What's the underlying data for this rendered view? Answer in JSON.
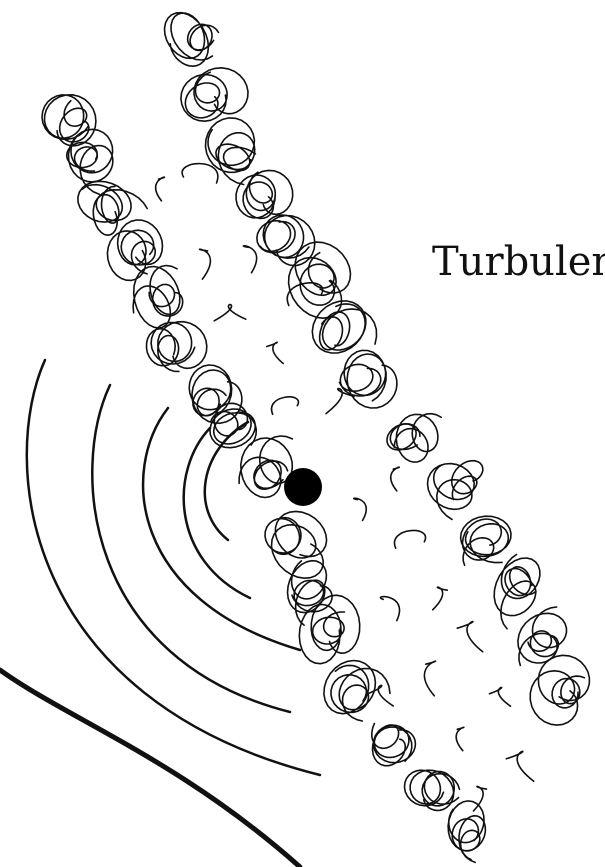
{
  "figure": {
    "label": "Turbulen",
    "colors": {
      "ink": "#111111",
      "background": "#ffffff"
    },
    "elements": [
      "turbulent-jet-plume",
      "central-source-dot",
      "concentric-wave-arcs",
      "curved-boundary-line"
    ]
  }
}
